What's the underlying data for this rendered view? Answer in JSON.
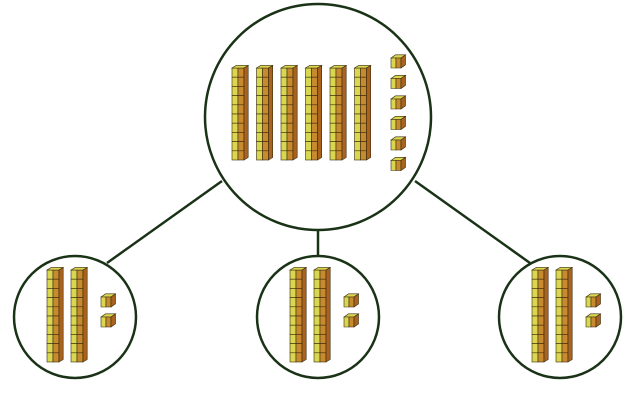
{
  "colors": {
    "background": "#ffffff",
    "outline": "#1a3317",
    "cube_top": "#d9d64f",
    "cube_left": "#c78a2e",
    "cube_right": "#a8631f",
    "cube_edge": "#3a2a10"
  },
  "diagram": {
    "type": "base-ten-blocks-partition",
    "whole": {
      "tens_rods": 6,
      "ones_cubes": 6,
      "value": 66
    },
    "parts": [
      {
        "tens_rods": 2,
        "ones_cubes": 2,
        "value": 22
      },
      {
        "tens_rods": 2,
        "ones_cubes": 2,
        "value": 22
      },
      {
        "tens_rods": 2,
        "ones_cubes": 2,
        "value": 22
      }
    ]
  }
}
